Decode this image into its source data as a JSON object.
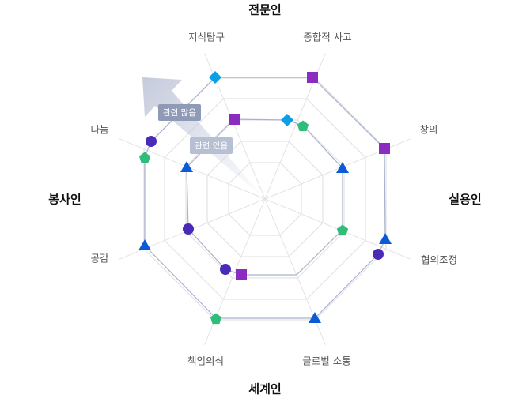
{
  "categories": {
    "top": "전문인",
    "right": "실용인",
    "bottom": "세계인",
    "left": "봉사인"
  },
  "axes": [
    "지식탐구",
    "종합적 사고",
    "창의",
    "협의조정",
    "글로벌 소통",
    "책임의식",
    "공감",
    "나눔"
  ],
  "arrow_labels": {
    "strong": "관련 많음",
    "weak": "관련 있음"
  },
  "rings": 5,
  "colors": {
    "diamond": "#0a9fe6",
    "square": "#8a2cbf",
    "pentagon": "#2ebd7b",
    "triangle": "#0b5bd6",
    "circle": "#4a2bb8",
    "line": "#a9b2cb",
    "grid": "#e3e3e6"
  },
  "markers": {
    "outer": [
      {
        "shape": "diamond",
        "axis": "지식탐구",
        "level": 5
      },
      {
        "shape": "square",
        "axis": "종합적 사고",
        "level": 5
      },
      {
        "shape": "square",
        "axis": "창의",
        "level": 5
      },
      {
        "shape": "triangle",
        "axis": "협의조정",
        "level": 5
      },
      {
        "shape": "circle",
        "axis": "협의조정",
        "level": 5
      },
      {
        "shape": "triangle",
        "axis": "글로벌 소통",
        "level": 5
      },
      {
        "shape": "pentagon",
        "axis": "책임의식",
        "level": 5
      },
      {
        "shape": "triangle",
        "axis": "공감",
        "level": 5
      },
      {
        "shape": "pentagon",
        "axis": "나눔",
        "level": 5
      },
      {
        "shape": "circle",
        "axis": "나눔",
        "level": 5
      }
    ],
    "inner": [
      {
        "shape": "square",
        "axis": "지식탐구",
        "level": 3
      },
      {
        "shape": "diamond",
        "axis": "종합적 사고",
        "level": 3
      },
      {
        "shape": "pentagon",
        "axis": "종합적 사고",
        "level": 3
      },
      {
        "shape": "triangle",
        "axis": "창의",
        "level": 3
      },
      {
        "shape": "pentagon",
        "axis": "협의조정",
        "level": 3
      },
      {
        "shape": "square",
        "axis": "책임의식",
        "level": 3
      },
      {
        "shape": "circle",
        "axis": "책임의식",
        "level": 3
      },
      {
        "shape": "circle",
        "axis": "공감",
        "level": 3
      },
      {
        "shape": "triangle",
        "axis": "나눔",
        "level": 3
      }
    ]
  }
}
